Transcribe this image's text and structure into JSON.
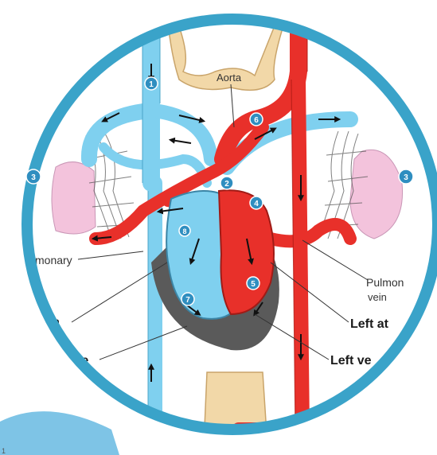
{
  "labels": {
    "aorta": "Aorta",
    "pulmonary_left": "monary",
    "pulmonary_vein": "Pulmon",
    "pulmonary_vein_line2": "vein",
    "atrium": "trium",
    "left_atrium": "Left at",
    "ventricle": "tricle",
    "left_ventricle": "Left ve"
  },
  "markers": [
    "1",
    "2",
    "3",
    "4",
    "5",
    "6",
    "7",
    "8"
  ],
  "colors": {
    "ring": "#3aa3c9",
    "deoxygenated": "#7fd0ef",
    "oxygenated": "#e8302a",
    "lung": "#f3c3dc",
    "heart_shadow": "#5a5a5a",
    "skin": "#f2d8a8",
    "marker": "#2f8ec0"
  },
  "icons": [
    "arrow-icon"
  ]
}
